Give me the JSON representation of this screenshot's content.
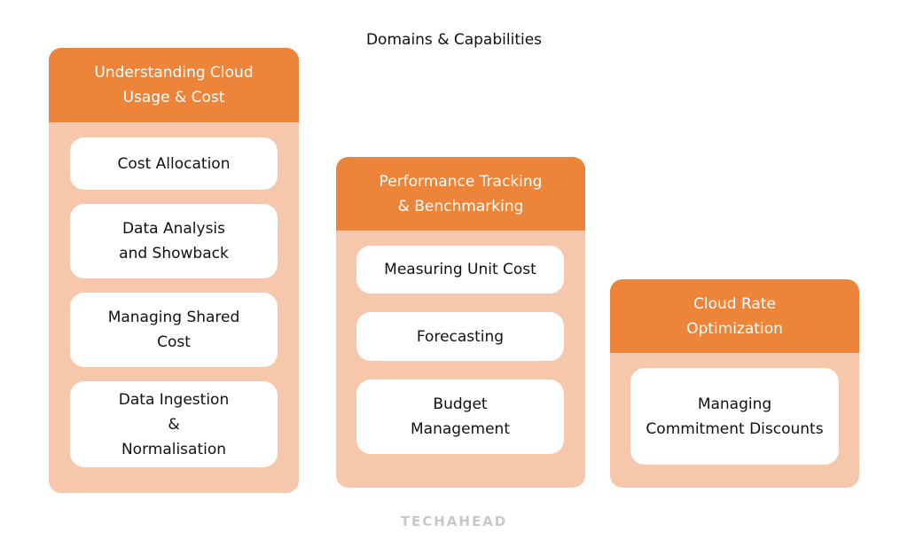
{
  "title": "Domains & Capabilities",
  "colors": {
    "header": "#EC843A",
    "body": "#F6C7AB"
  },
  "domains": [
    {
      "title": "Understanding Cloud\nUsage & Cost",
      "capabilities": [
        "Cost Allocation",
        "Data Analysis\nand Showback",
        "Managing Shared\nCost",
        "Data Ingestion\n&\nNormalisation"
      ]
    },
    {
      "title": "Performance Tracking\n& Benchmarking",
      "capabilities": [
        "Measuring Unit Cost",
        "Forecasting",
        "Budget\nManagement"
      ]
    },
    {
      "title": "Cloud Rate\nOptimization",
      "capabilities": [
        "Managing\nCommitment Discounts"
      ]
    }
  ],
  "logo": "TECHAHEAD"
}
